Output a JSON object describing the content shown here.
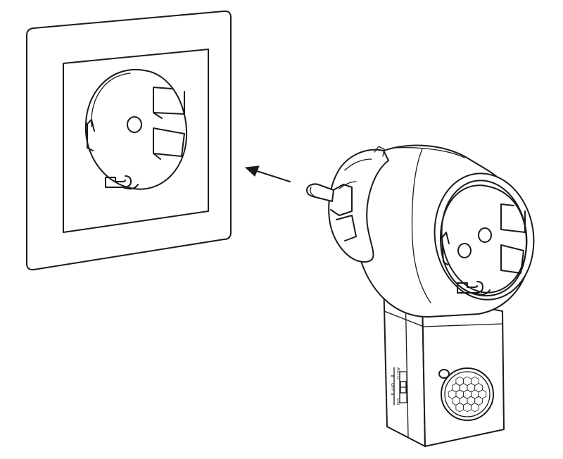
{
  "switch_labels": {
    "auto": "AUTO",
    "off": "OFF",
    "on": "ON"
  }
}
